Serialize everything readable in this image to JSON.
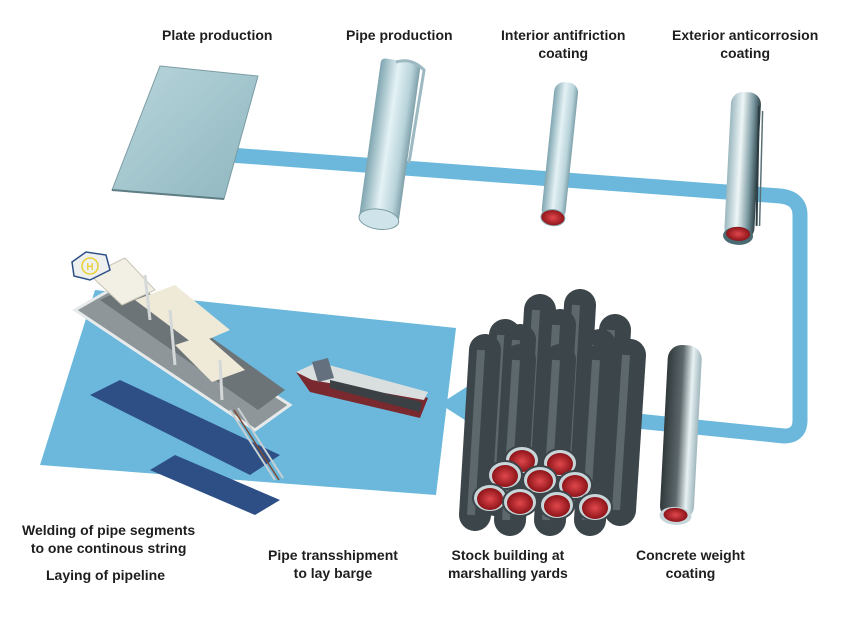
{
  "diagram": {
    "title": "Offshore pipeline production and laying process",
    "flow_color": "#6bb8dc",
    "water_color": "#6bb8dc",
    "pipe_inner_color": "#c0272d",
    "steps": [
      {
        "id": "plate",
        "lines": [
          "Plate production"
        ]
      },
      {
        "id": "pipe",
        "lines": [
          "Pipe production"
        ]
      },
      {
        "id": "interior",
        "lines": [
          "Interior antifriction",
          "coating"
        ]
      },
      {
        "id": "exterior",
        "lines": [
          "Exterior anticorrosion",
          "coating"
        ]
      },
      {
        "id": "concrete",
        "lines": [
          "Concrete weight",
          "coating"
        ]
      },
      {
        "id": "stock",
        "lines": [
          "Stock building at",
          "marshalling yards"
        ]
      },
      {
        "id": "transshipment",
        "lines": [
          "Pipe transshipment",
          "to lay barge"
        ]
      },
      {
        "id": "welding",
        "lines": [
          "Welding of pipe segments",
          "to one continous string"
        ]
      },
      {
        "id": "laying",
        "lines": [
          "Laying of pipeline"
        ]
      }
    ],
    "helipad_letter": "H"
  }
}
